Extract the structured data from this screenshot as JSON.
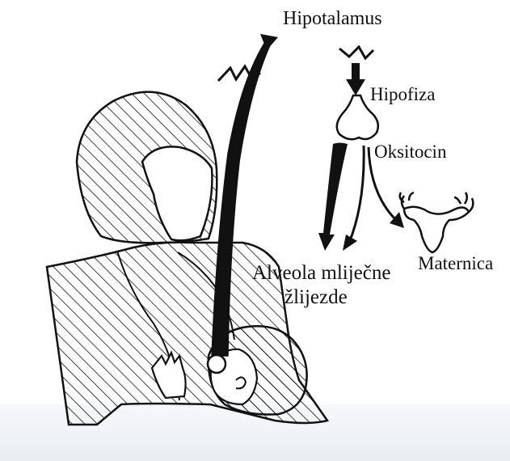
{
  "labels": {
    "hypothalamus": "Hipotalamus",
    "pituitary": "Hipofiza",
    "oxytocin": "Oksitocin",
    "alveoli_line1": "Alveola mliječne",
    "alveoli_line2": "žlijezde",
    "uterus": "Maternica"
  },
  "colors": {
    "ink": "#111111",
    "paper": "#ffffff"
  }
}
